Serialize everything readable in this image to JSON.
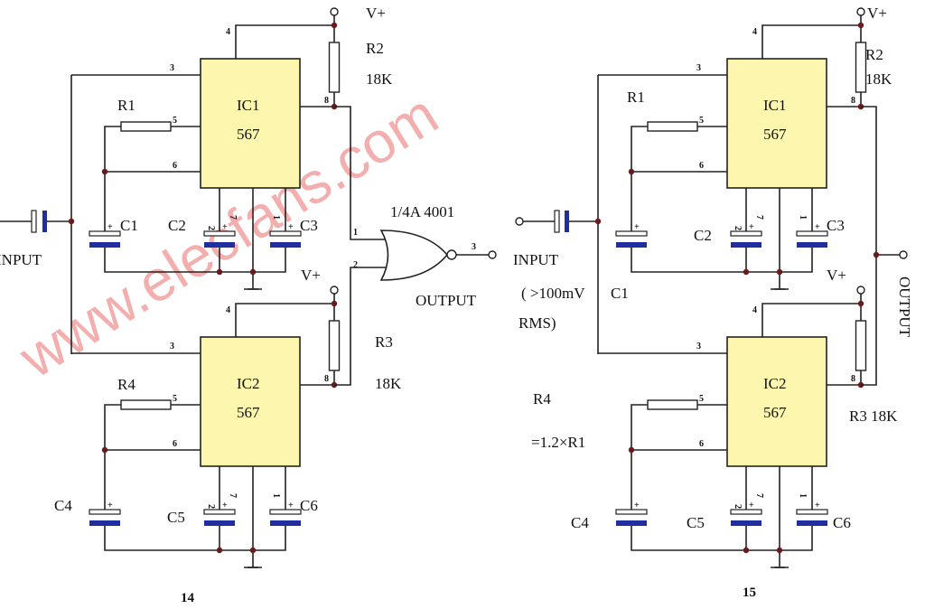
{
  "watermark": "www.elecfans.com",
  "pins": {
    "p1": "1",
    "p2": "2",
    "p3": "3",
    "p4": "4",
    "p5": "5",
    "p6": "6",
    "p7": "7",
    "p8": "8",
    "plus": "+"
  },
  "ic": {
    "name1": "IC1",
    "name2": "IC2",
    "part": "567"
  },
  "circuit14": {
    "number": "14",
    "input_label": "INPUT",
    "gate_label": "1/4A 4001",
    "output_label": "OUTPUT",
    "stage1": {
      "vplus": "V+",
      "r_top": "R2",
      "r_top_value": "18K",
      "r_timing": "R1",
      "c1": "C1",
      "c2": "C2",
      "c3": "C3"
    },
    "stage2": {
      "vplus": "V+",
      "r_top": "R3",
      "r_top_value": "18K",
      "r_timing": "R4",
      "c1": "C4",
      "c2": "C5",
      "c3": "C6"
    }
  },
  "circuit15": {
    "number": "15",
    "input_label": "INPUT",
    "input_spec_1": "( >100mV",
    "input_spec_2": "RMS)",
    "output_label": "OUTPUT",
    "r4_relation": "=1.2×R1",
    "stage1": {
      "vplus": "V+",
      "r_top": "R2",
      "r_top_value": "18K",
      "r_timing": "R1",
      "c1": "C1",
      "c2": "C2",
      "c3": "C3"
    },
    "stage2": {
      "vplus": "V+",
      "r_top_combined": "R3  18K",
      "r_timing": "R4",
      "c1": "C4",
      "c2": "C5",
      "c3": "C6"
    }
  }
}
